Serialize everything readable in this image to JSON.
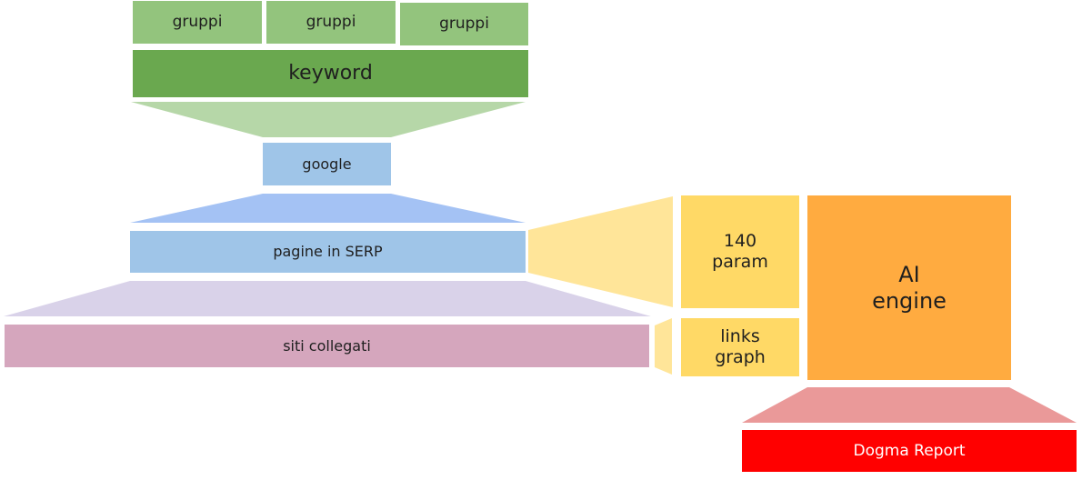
{
  "diagram": {
    "groups": [
      {
        "label": "gruppi"
      },
      {
        "label": "gruppi"
      },
      {
        "label": "gruppi"
      }
    ],
    "keyword": {
      "label": "keyword"
    },
    "google": {
      "label": "google"
    },
    "serp": {
      "label": "pagine in SERP"
    },
    "linked_sites": {
      "label": "siti collegati"
    },
    "params": {
      "line1": "140",
      "line2": "param"
    },
    "links_graph": {
      "line1": "links",
      "line2": "graph"
    },
    "ai_engine": {
      "line1": "AI",
      "line2": "engine"
    },
    "report": {
      "label": "Dogma Report"
    }
  },
  "colors": {
    "group": "#93c47d",
    "keyword": "#6aa84f",
    "keyword_funnel": "#b6d7a8",
    "google": "#9fc5e8",
    "google_funnel": "#a4c2f4",
    "serp": "#9fc5e8",
    "serp_funnel": "#d9d2e9",
    "linked_sites": "#d5a6bd",
    "connector": "#ffe599",
    "param_box": "#ffd966",
    "ai_engine": "#ffab40",
    "report_funnel": "#ea9999",
    "report": "#ff0000"
  }
}
